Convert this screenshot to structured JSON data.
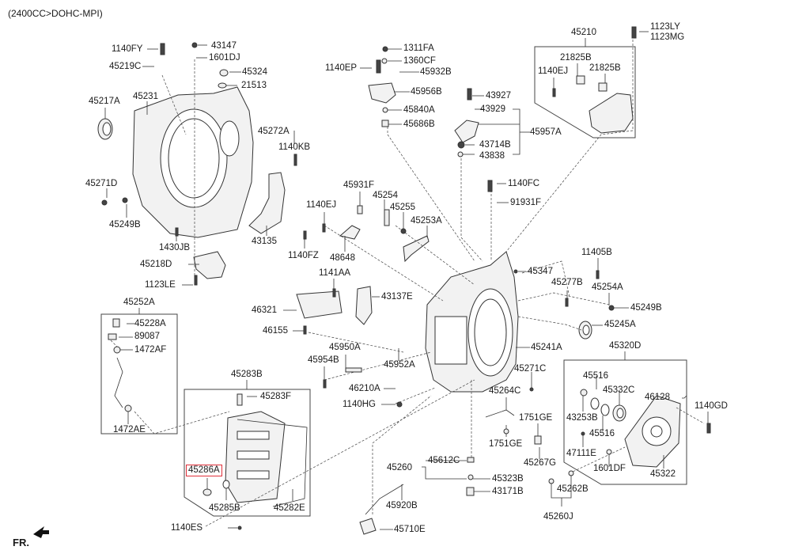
{
  "header": {
    "engine_spec": "(2400CC>DOHC-MPI)"
  },
  "footer": {
    "front_indicator": "FR."
  },
  "highlight_color": "#e0303a",
  "highlighted_part": "45286A",
  "parts": [
    {
      "id": "1140FY",
      "label": "1140FY"
    },
    {
      "id": "43147",
      "label": "43147"
    },
    {
      "id": "1601DJ",
      "label": "1601DJ"
    },
    {
      "id": "45219C",
      "label": "45219C"
    },
    {
      "id": "45324",
      "label": "45324"
    },
    {
      "id": "21513",
      "label": "21513"
    },
    {
      "id": "45217A",
      "label": "45217A"
    },
    {
      "id": "45231",
      "label": "45231"
    },
    {
      "id": "45272A",
      "label": "45272A"
    },
    {
      "id": "1140KB",
      "label": "1140KB"
    },
    {
      "id": "45271D",
      "label": "45271D"
    },
    {
      "id": "45249B-left",
      "label": "45249B"
    },
    {
      "id": "43135",
      "label": "43135"
    },
    {
      "id": "1430JB",
      "label": "1430JB"
    },
    {
      "id": "1140FZ",
      "label": "1140FZ"
    },
    {
      "id": "45218D",
      "label": "45218D"
    },
    {
      "id": "1123LE",
      "label": "1123LE"
    },
    {
      "id": "1311FA",
      "label": "1311FA"
    },
    {
      "id": "1360CF",
      "label": "1360CF"
    },
    {
      "id": "1140EP",
      "label": "1140EP"
    },
    {
      "id": "45932B",
      "label": "45932B"
    },
    {
      "id": "45956B",
      "label": "45956B"
    },
    {
      "id": "45840A",
      "label": "45840A"
    },
    {
      "id": "45686B",
      "label": "45686B"
    },
    {
      "id": "43927",
      "label": "43927"
    },
    {
      "id": "43929",
      "label": "43929"
    },
    {
      "id": "45957A",
      "label": "45957A"
    },
    {
      "id": "43714B",
      "label": "43714B"
    },
    {
      "id": "43838",
      "label": "43838"
    },
    {
      "id": "45210",
      "label": "45210"
    },
    {
      "id": "1123LY",
      "label": "1123LY"
    },
    {
      "id": "1123MG",
      "label": "1123MG"
    },
    {
      "id": "21825B-1",
      "label": "21825B"
    },
    {
      "id": "21825B-2",
      "label": "21825B"
    },
    {
      "id": "1140EJ-top",
      "label": "1140EJ"
    },
    {
      "id": "45931F",
      "label": "45931F"
    },
    {
      "id": "45254",
      "label": "45254"
    },
    {
      "id": "1140EJ",
      "label": "1140EJ"
    },
    {
      "id": "45255",
      "label": "45255"
    },
    {
      "id": "45253A",
      "label": "45253A"
    },
    {
      "id": "48648",
      "label": "48648"
    },
    {
      "id": "1140FC",
      "label": "1140FC"
    },
    {
      "id": "91931F",
      "label": "91931F"
    },
    {
      "id": "11405B",
      "label": "11405B"
    },
    {
      "id": "45347",
      "label": "45347"
    },
    {
      "id": "45277B",
      "label": "45277B"
    },
    {
      "id": "45254A",
      "label": "45254A"
    },
    {
      "id": "45249B-right",
      "label": "45249B"
    },
    {
      "id": "45245A",
      "label": "45245A"
    },
    {
      "id": "45241A",
      "label": "45241A"
    },
    {
      "id": "1141AA",
      "label": "1141AA"
    },
    {
      "id": "43137E",
      "label": "43137E"
    },
    {
      "id": "46321",
      "label": "46321"
    },
    {
      "id": "46155",
      "label": "46155"
    },
    {
      "id": "45252A",
      "label": "45252A"
    },
    {
      "id": "45228A",
      "label": "45228A"
    },
    {
      "id": "89087",
      "label": "89087"
    },
    {
      "id": "1472AF",
      "label": "1472AF"
    },
    {
      "id": "1472AE",
      "label": "1472AE"
    },
    {
      "id": "45950A",
      "label": "45950A"
    },
    {
      "id": "45954B",
      "label": "45954B"
    },
    {
      "id": "45952A",
      "label": "45952A"
    },
    {
      "id": "46210A",
      "label": "46210A"
    },
    {
      "id": "1140HG",
      "label": "1140HG"
    },
    {
      "id": "45271C",
      "label": "45271C"
    },
    {
      "id": "45264C",
      "label": "45264C"
    },
    {
      "id": "1751GE-1",
      "label": "1751GE"
    },
    {
      "id": "1751GE-2",
      "label": "1751GE"
    },
    {
      "id": "45267G",
      "label": "45267G"
    },
    {
      "id": "45283B",
      "label": "45283B"
    },
    {
      "id": "45283F",
      "label": "45283F"
    },
    {
      "id": "45286A",
      "label": "45286A"
    },
    {
      "id": "45285B",
      "label": "45285B"
    },
    {
      "id": "45282E",
      "label": "45282E"
    },
    {
      "id": "1140ES",
      "label": "1140ES"
    },
    {
      "id": "45260",
      "label": "45260"
    },
    {
      "id": "45612C",
      "label": "45612C"
    },
    {
      "id": "45323B",
      "label": "45323B"
    },
    {
      "id": "43171B",
      "label": "43171B"
    },
    {
      "id": "45920B",
      "label": "45920B"
    },
    {
      "id": "45710E",
      "label": "45710E"
    },
    {
      "id": "45320D",
      "label": "45320D"
    },
    {
      "id": "45516-1",
      "label": "45516"
    },
    {
      "id": "45332C",
      "label": "45332C"
    },
    {
      "id": "46128",
      "label": "46128"
    },
    {
      "id": "1140GD",
      "label": "1140GD"
    },
    {
      "id": "43253B",
      "label": "43253B"
    },
    {
      "id": "45516-2",
      "label": "45516"
    },
    {
      "id": "47111E",
      "label": "47111E"
    },
    {
      "id": "1601DF",
      "label": "1601DF"
    },
    {
      "id": "45322",
      "label": "45322"
    },
    {
      "id": "45262B",
      "label": "45262B"
    },
    {
      "id": "45260J",
      "label": "45260J"
    }
  ]
}
